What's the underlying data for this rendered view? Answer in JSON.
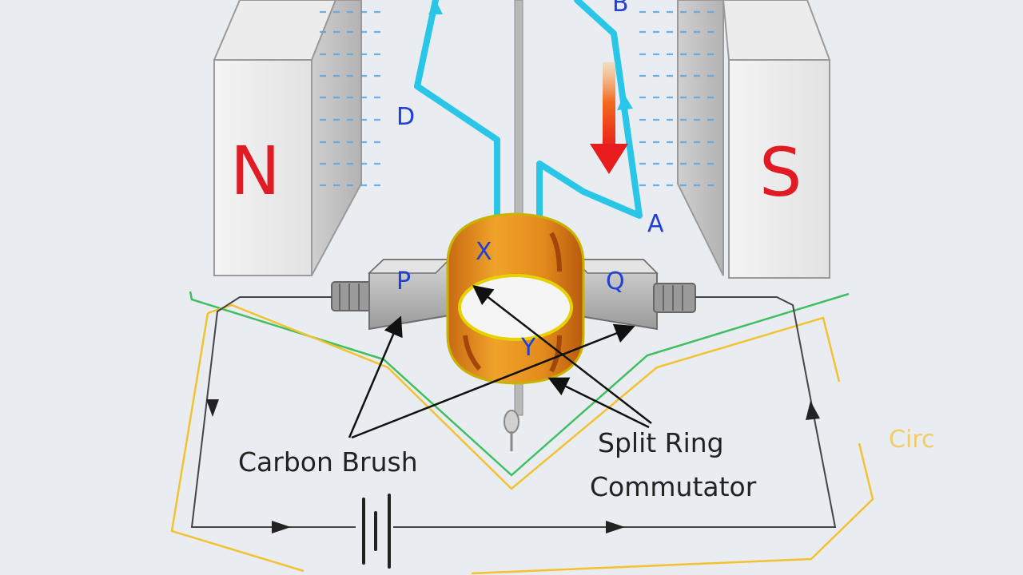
{
  "diagram": {
    "magnets": {
      "north": {
        "label": "N",
        "color": "#e01b24"
      },
      "south": {
        "label": "S",
        "color": "#e01b24"
      }
    },
    "coil_points": {
      "a": "A",
      "b": "B",
      "d": "D"
    },
    "commutator_halves": {
      "x": "X",
      "y": "Y"
    },
    "brushes": {
      "p": "P",
      "q": "Q"
    },
    "captions": {
      "carbon_brush": "Carbon Brush",
      "split_ring_line1": "Split Ring",
      "split_ring_line2": "Commutator",
      "partial_right": "Circ"
    },
    "colors": {
      "coil": "#29c6e8",
      "field_lines": "#2f8fd8",
      "force_arrow": "#e81c1c",
      "commutator": "#e2971e",
      "outline_green": "#3fbf5f",
      "outline_yellow": "#f2c230",
      "circuit_wire": "#333333"
    }
  }
}
